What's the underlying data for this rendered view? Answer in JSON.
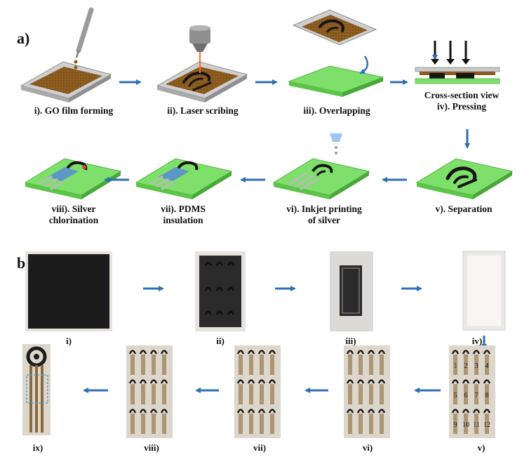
{
  "panel_a": {
    "letter": "a)",
    "steps": [
      {
        "lines": [
          "i). GO film forming"
        ]
      },
      {
        "lines": [
          "ii). Laser scribing"
        ]
      },
      {
        "lines": [
          "iii). Overlapping"
        ]
      },
      {
        "lines": [
          "Cross-section view",
          "iv). Pressing"
        ]
      },
      {
        "lines": [
          "v). Separation"
        ]
      },
      {
        "lines": [
          "vi). Inkjet printing",
          "of silver"
        ]
      },
      {
        "lines": [
          "vii). PDMS",
          "insulation"
        ]
      },
      {
        "lines": [
          "viii). Silver",
          "chlorination"
        ]
      }
    ]
  },
  "panel_b": {
    "letter": "b)",
    "photos": [
      "i)",
      "ii)",
      "iii)",
      "iv)",
      "v)",
      "vi)",
      "vii)",
      "viii)",
      "ix)"
    ],
    "sensor_numbers": [
      "1",
      "2",
      "3",
      "4",
      "5",
      "6",
      "7",
      "8",
      "9",
      "10",
      "11",
      "12"
    ]
  },
  "colors": {
    "arrow": "#2f6fb3",
    "go_film": "#8a5a1e",
    "substrate_green": "#7ee06a",
    "frame_gray": "#c9c9c9",
    "scribe_black": "#151515",
    "silver": "#b9b9b9",
    "pdms_blue": "#5b8fd1"
  }
}
